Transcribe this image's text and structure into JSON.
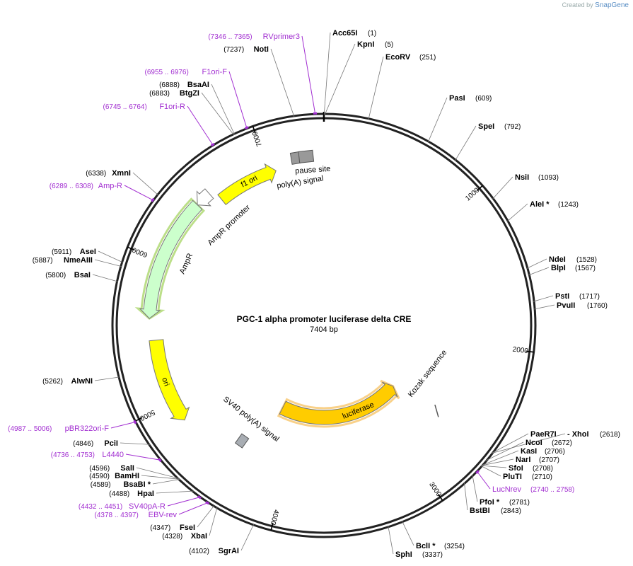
{
  "credit": {
    "prefix": "Created by",
    "brand": "SnapGene"
  },
  "plasmid": {
    "name": "PGC-1 alpha promoter luciferase delta CRE",
    "size_label": "7404 bp",
    "length": 7404
  },
  "ticks": [
    {
      "pos": 1000,
      "label": "1000"
    },
    {
      "pos": 2000,
      "label": "2000"
    },
    {
      "pos": 3000,
      "label": "3000"
    },
    {
      "pos": 4000,
      "label": "4000"
    },
    {
      "pos": 5000,
      "label": "5000"
    },
    {
      "pos": 6000,
      "label": "6000"
    },
    {
      "pos": 7000,
      "label": "7000"
    }
  ],
  "sites": [
    {
      "id": "acc65i",
      "name": "Acc65I",
      "pos_label": "(1)",
      "pos": 1
    },
    {
      "id": "kpni",
      "name": "KpnI",
      "pos_label": "(5)",
      "pos": 5
    },
    {
      "id": "ecorv",
      "name": "EcoRV",
      "pos_label": "(251)",
      "pos": 251
    },
    {
      "id": "pasi",
      "name": "PasI",
      "pos_label": "(609)",
      "pos": 609
    },
    {
      "id": "spei",
      "name": "SpeI",
      "pos_label": "(792)",
      "pos": 792
    },
    {
      "id": "nsii",
      "name": "NsiI",
      "pos_label": "(1093)",
      "pos": 1093
    },
    {
      "id": "alei",
      "name": "AleI *",
      "pos_label": "(1243)",
      "pos": 1243
    },
    {
      "id": "ndei",
      "name": "NdeI",
      "pos_label": "(1528)",
      "pos": 1528
    },
    {
      "id": "blpi",
      "name": "BlpI",
      "pos_label": "(1567)",
      "pos": 1567
    },
    {
      "id": "psti",
      "name": "PstI",
      "pos_label": "(1717)",
      "pos": 1717
    },
    {
      "id": "pvuii",
      "name": "PvuII",
      "pos_label": "(1760)",
      "pos": 1760
    },
    {
      "id": "paer7i",
      "name": "PaeR7I",
      "pos_label": "",
      "pos": 2618
    },
    {
      "id": "xhoi",
      "name": "- XhoI",
      "pos_label": "(2618)",
      "pos": 2618
    },
    {
      "id": "ncoi",
      "name": "NcoI",
      "pos_label": "(2672)",
      "pos": 2672
    },
    {
      "id": "kasi",
      "name": "KasI",
      "pos_label": "(2706)",
      "pos": 2706
    },
    {
      "id": "nari",
      "name": "NarI",
      "pos_label": "(2707)",
      "pos": 2707
    },
    {
      "id": "sfoi",
      "name": "SfoI",
      "pos_label": "(2708)",
      "pos": 2708
    },
    {
      "id": "pluti",
      "name": "PluTI",
      "pos_label": "(2710)",
      "pos": 2710
    },
    {
      "id": "pfoi",
      "name": "PfoI *",
      "pos_label": "(2781)",
      "pos": 2781
    },
    {
      "id": "bstbi",
      "name": "BstBI",
      "pos_label": "(2843)",
      "pos": 2843
    },
    {
      "id": "bcli",
      "name": "BclI *",
      "pos_label": "(3254)",
      "pos": 3254
    },
    {
      "id": "sphi",
      "name": "SphI",
      "pos_label": "(3337)",
      "pos": 3337
    },
    {
      "id": "sgrai",
      "name": "SgrAI",
      "pos_label": "(4102)",
      "pos": 4102
    },
    {
      "id": "xbai",
      "name": "XbaI",
      "pos_label": "(4328)",
      "pos": 4328
    },
    {
      "id": "fsei",
      "name": "FseI",
      "pos_label": "(4347)",
      "pos": 4347
    },
    {
      "id": "hpai",
      "name": "HpaI",
      "pos_label": "(4488)",
      "pos": 4488
    },
    {
      "id": "bsabi",
      "name": "BsaBI *",
      "pos_label": "(4589)",
      "pos": 4589
    },
    {
      "id": "bamhi",
      "name": "BamHI",
      "pos_label": "(4590)",
      "pos": 4590
    },
    {
      "id": "sali",
      "name": "SalI",
      "pos_label": "(4596)",
      "pos": 4596
    },
    {
      "id": "pcii",
      "name": "PciI",
      "pos_label": "(4846)",
      "pos": 4846
    },
    {
      "id": "alwni",
      "name": "AlwNI",
      "pos_label": "(5262)",
      "pos": 5262
    },
    {
      "id": "bsai",
      "name": "BsaI",
      "pos_label": "(5800)",
      "pos": 5800
    },
    {
      "id": "nmeaiii",
      "name": "NmeAIII",
      "pos_label": "(5887)",
      "pos": 5887
    },
    {
      "id": "asei",
      "name": "AseI",
      "pos_label": "(5911)",
      "pos": 5911
    },
    {
      "id": "xmni",
      "name": "XmnI",
      "pos_label": "(6338)",
      "pos": 6338
    },
    {
      "id": "btgzi",
      "name": "BtgZI",
      "pos_label": "(6883)",
      "pos": 6883
    },
    {
      "id": "bsaai",
      "name": "BsaAI",
      "pos_label": "(6888)",
      "pos": 6888
    },
    {
      "id": "noti",
      "name": "NotI",
      "pos_label": "(7237)",
      "pos": 7237
    }
  ],
  "primers": [
    {
      "id": "rvprimer3",
      "name": "RVprimer3",
      "range_label": "(7346 .. 7365)",
      "pos": 7355
    },
    {
      "id": "f1ori-f",
      "name": "F1ori-F",
      "range_label": "(6955 .. 6976)",
      "pos": 6965
    },
    {
      "id": "f1ori-r",
      "name": "F1ori-R",
      "range_label": "(6745 .. 6764)",
      "pos": 6754
    },
    {
      "id": "amp-r",
      "name": "Amp-R",
      "range_label": "(6289 .. 6308)",
      "pos": 6298
    },
    {
      "id": "pbr322ori-f",
      "name": "pBR322ori-F",
      "range_label": "(4987 .. 5006)",
      "pos": 4996
    },
    {
      "id": "l4440",
      "name": "L4440",
      "range_label": "(4736 .. 4753)",
      "pos": 4744
    },
    {
      "id": "sv40pa-r",
      "name": "SV40pA-R",
      "range_label": "(4432 .. 4451)",
      "pos": 4441
    },
    {
      "id": "ebv-rev",
      "name": "EBV-rev",
      "range_label": "(4378 .. 4397)",
      "pos": 4387
    },
    {
      "id": "lucnrev",
      "name": "LucNrev",
      "range_label": "(2740 .. 2758)",
      "pos": 2749
    }
  ],
  "features": [
    {
      "id": "luciferase",
      "name": "luciferase",
      "start": 2700,
      "end": 4250,
      "dir": -1,
      "color": "#ffcc00",
      "highlight": "#f5b33a"
    },
    {
      "id": "ori",
      "name": "ori",
      "start": 4850,
      "end": 5450,
      "dir": -1,
      "color": "#ffff00"
    },
    {
      "id": "ampr",
      "name": "AmpR",
      "start": 5600,
      "end": 6450,
      "dir": -1,
      "color": "#ccffcc",
      "highlight": "#8fc93a"
    },
    {
      "id": "ampr-promoter",
      "name": "AmpR promoter",
      "start": 6450,
      "end": 6560,
      "dir": -1,
      "color": "#ffffff"
    },
    {
      "id": "f1-ori",
      "name": "f1 ori",
      "start": 6600,
      "end": 7050,
      "dir": 1,
      "color": "#ffff00"
    },
    {
      "id": "polya-signal",
      "name": "poly(A) signal",
      "start": 7180,
      "end": 7230,
      "color": "#999999"
    },
    {
      "id": "pause-site",
      "name": "pause site",
      "start": 7240,
      "end": 7320,
      "color": "#999999"
    },
    {
      "id": "sv40-polya",
      "name": "SV40 poly(A) signal",
      "start": 4380,
      "end": 4480,
      "color": "#a8adb3"
    },
    {
      "id": "kozak",
      "name": "Kozak sequence",
      "pos": 2610
    }
  ]
}
